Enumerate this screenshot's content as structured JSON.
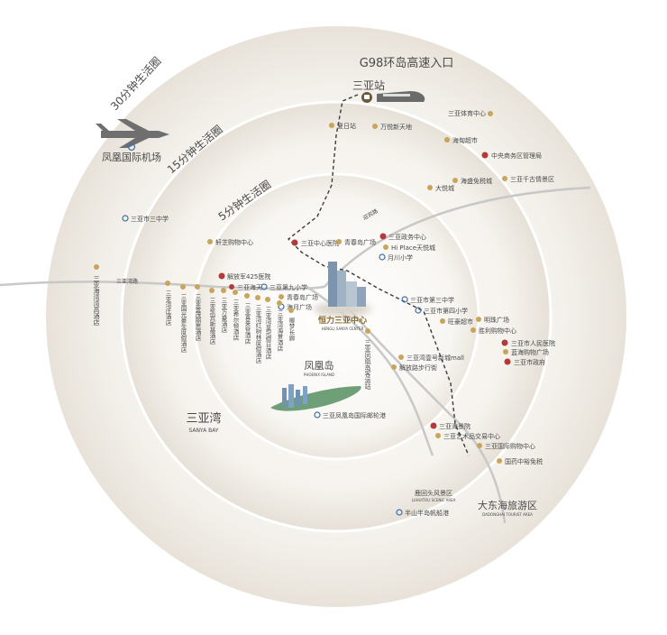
{
  "rings": {
    "ring30": "30分钟生活圈",
    "ring15": "15分钟生活圈",
    "ring5": "5分钟生活圈"
  },
  "highway": "G98环岛高速入口",
  "airport": "凤凰国际机场",
  "station": "三亚站",
  "road_label_left": "三亚湾路",
  "road_label_right": "迎宾路",
  "pois": {
    "xiari": "夏日站",
    "wanyue": "万悦新天地",
    "tiyu": "三亚体育中心",
    "haidian": "海甸超市",
    "zhongyang": "中央商务区管理局",
    "haisheng": "海盛免税城",
    "qianguqing": "三亚千古情景区",
    "dadongmen": "大悦城",
    "sanzhong": "三亚市三中学",
    "xuanhuang": "轩芝购物中心",
    "zhongxin_yy": "三亚中心医院",
    "qinghai": "青春岛广场",
    "zhengwu": "三亚政务中心",
    "hiplace": "Hi Place天悦城",
    "yuechuan": "月川小学",
    "jiefangjun": "解放军425医院",
    "haitian": "三亚海天",
    "jiuxiao": "三亚第九小学",
    "qinghai2": "青春岛广场",
    "haiyue": "海月广场",
    "shida3": "三亚市第三中学",
    "shida4": "三亚市第四小学",
    "wangmao": "旺豪超市",
    "mingzhu": "明珠广场",
    "shengli": "胜利购物中心",
    "renmin_yy": "三亚市人民医院",
    "lanhai": "蓝海购物广场",
    "zhengfu": "三亚市政府",
    "wanda": "三亚湾壹号新城mall",
    "jiefanglu": "解放路步行街",
    "haiyuntai": "三亚海景院",
    "yishu": "三亚艺术品交易中心",
    "guoji_gw": "三亚国际购物中心",
    "guoji_cy": "国药中裕免税",
    "phoenix_port": "三亚凤凰岛国际邮轮港",
    "banshan": "半山半岛帆船港",
    "luhuitou_cn": "鹿回头风景区",
    "luhuitou_en": "LUHUITOU SCENIC AREA",
    "dadonghai_cn": "大东海旅游区",
    "dadonghai_en": "DADONGHAI TOURIST AREA",
    "sanya_bay_cn": "三亚湾",
    "sanya_bay_en": "SANYA BAY",
    "phoenix_island_cn": "凤凰岛",
    "phoenix_island_en": "PHOENIX ISLAND",
    "left_hotel": "三亚海湾湾高酒店",
    "right_vert": "三亚凤凰岛客运站"
  },
  "hotels": [
    "三亚湾庄酒店",
    "三亚国光豪生度假酒店",
    "三亚金茂丽思酒店",
    "三亚凯宾斯基酒店",
    "三亚万豪酒店",
    "三亚希尔顿酒店",
    "三亚喜来登酒店",
    "三亚湾红树林度假酒店",
    "三亚湾皇冠假日酒店",
    "三亚湾海景酒店",
    "椰梦长廊"
  ],
  "logo": {
    "cn": "恒力三亚中心",
    "en": "HENGLI SANYA CENTER"
  },
  "colors": {
    "accent": "#c9a55c",
    "red": "#b23a3a",
    "blue": "#3d6fa6",
    "road": "#bdbdbd",
    "rail": "#3a3a3a"
  }
}
